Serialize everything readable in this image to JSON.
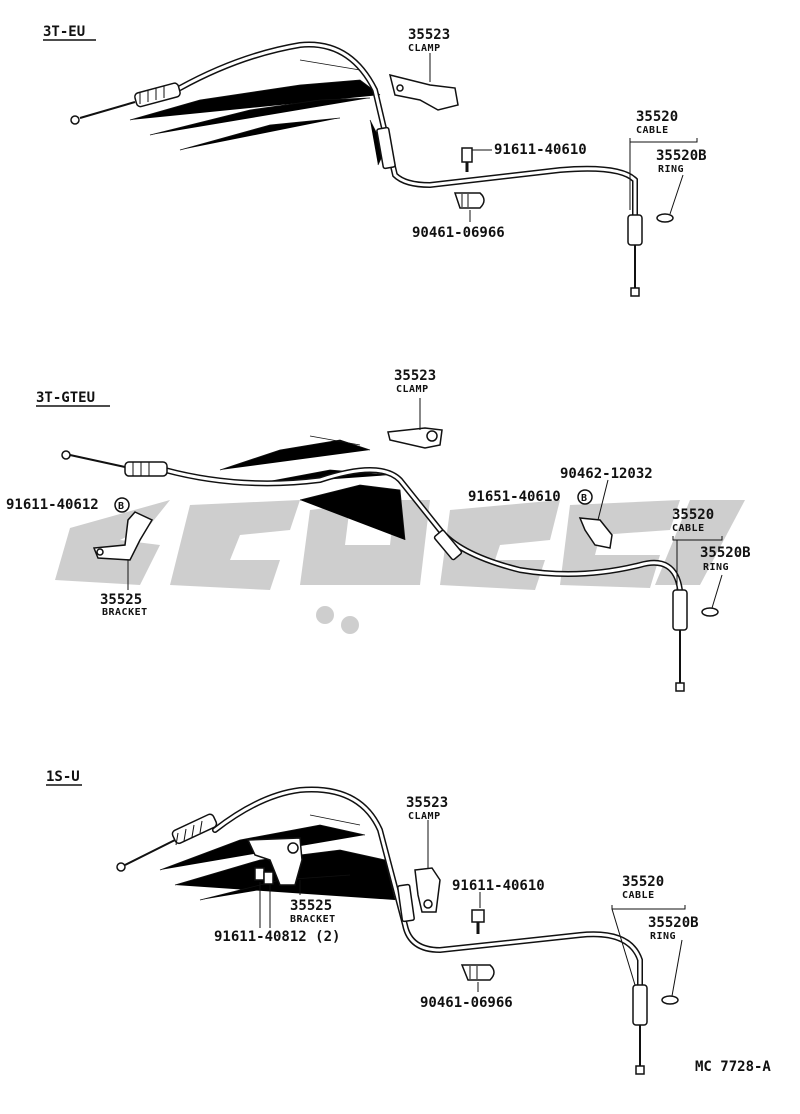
{
  "sections": [
    {
      "title": "3T-EU",
      "callouts": {
        "clamp_no": "35523",
        "clamp_lbl": "CLAMP",
        "bolt_no": "91611-40610",
        "cable_no": "35520",
        "cable_lbl": "CABLE",
        "ring_no": "35520B",
        "ring_lbl": "RING",
        "grommet_no": "90461-06966"
      }
    },
    {
      "title": "3T-GTEU",
      "callouts": {
        "clamp_no": "35523",
        "clamp_lbl": "CLAMP",
        "clip_no": "90462-12032",
        "bolt_no": "91651-40610",
        "bolt_mark": "B",
        "bracket_bolt_no": "91611-40612",
        "bracket_bolt_mark": "B",
        "cable_no": "35520",
        "cable_lbl": "CABLE",
        "ring_no": "35520B",
        "ring_lbl": "RING",
        "bracket_no": "35525",
        "bracket_lbl": "BRACKET"
      }
    },
    {
      "title": "1S-U",
      "callouts": {
        "clamp_no": "35523",
        "clamp_lbl": "CLAMP",
        "bolt_no": "91611-40610",
        "cable_no": "35520",
        "cable_lbl": "CABLE",
        "ring_no": "35520B",
        "ring_lbl": "RING",
        "bracket_no": "35525",
        "bracket_lbl": "BRACKET",
        "bracket_bolt_no": "91611-40812 (2)",
        "grommet_no": "90461-06966"
      }
    }
  ],
  "footer_code": "MC  7728-A"
}
